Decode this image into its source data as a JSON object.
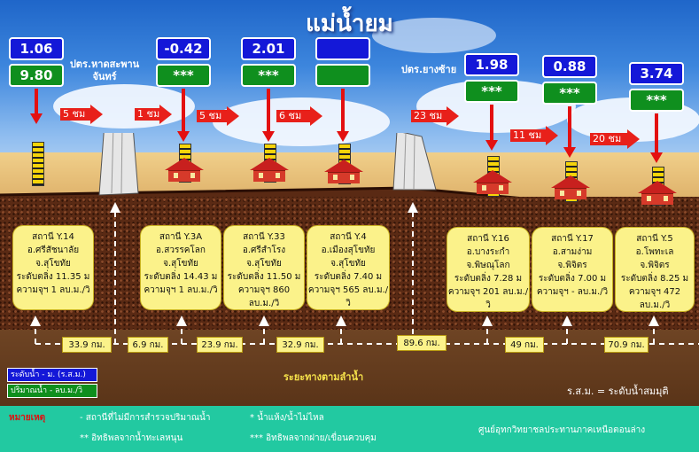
{
  "title": "แม่น้ำยม",
  "stations_top": [
    {
      "level": "1.06",
      "flow": "9.80",
      "label": "ปตร.หาดสะพาน\nจันทร์"
    },
    {
      "level": "-0.42",
      "flow": "***",
      "label": ""
    },
    {
      "level": "2.01",
      "flow": "***",
      "label": ""
    },
    {
      "level": "",
      "flow": "",
      "label": ""
    },
    {
      "level": "1.98",
      "flow": "***",
      "label": "ปตร.ยางซ้าย"
    },
    {
      "level": "0.88",
      "flow": "***",
      "label": ""
    },
    {
      "level": "3.74",
      "flow": "***",
      "label": ""
    }
  ],
  "travel_times": [
    "5 ชม",
    "1 ชม",
    "5 ชม",
    "6 ชม",
    "23 ชม",
    "11 ชม",
    "20 ชม"
  ],
  "info": [
    {
      "id": "สถานี Y.14",
      "district": "อ.ศรีสัชนาลัย",
      "province": "จ.สุโขทัย",
      "bank": "ระดับตลิ่ง 11.35 ม",
      "capacity": "ความจุฯ 1 ลบ.ม./วิ"
    },
    {
      "id": "สถานี Y.3A",
      "district": "อ.สวรรคโลก",
      "province": "จ.สุโขทัย",
      "bank": "ระดับตลิ่ง 14.43 ม",
      "capacity": "ความจุฯ 1 ลบ.ม./วิ"
    },
    {
      "id": "สถานี Y.33",
      "district": "อ.ศรีสำโรง",
      "province": "จ.สุโขทัย",
      "bank": "ระดับตลิ่ง 11.50 ม",
      "capacity": "ความจุฯ 860 ลบ.ม./วิ"
    },
    {
      "id": "สถานี Y.4",
      "district": "อ.เมืองสุโขทัย",
      "province": "จ.สุโขทัย",
      "bank": "ระดับตลิ่ง 7.40 ม",
      "capacity": "ความจุฯ 565 ลบ.ม./วิ"
    },
    {
      "id": "สถานี Y.16",
      "district": "อ.บางระกำ",
      "province": "จ.พิษณุโลก",
      "bank": "ระดับตลิ่ง 7.28 ม",
      "capacity": "ความจุฯ 201 ลบ.ม./วิ"
    },
    {
      "id": "สถานี Y.17",
      "district": "อ.สามง่าม",
      "province": "จ.พิจิตร",
      "bank": "ระดับตลิ่ง 7.00 ม",
      "capacity": "ความจุฯ - ลบ.ม./วิ"
    },
    {
      "id": "สถานี Y.5",
      "district": "อ.โพทะเล",
      "province": "จ.พิจิตร",
      "bank": "ระดับตลิ่ง 8.25 ม",
      "capacity": "ความจุฯ 472 ลบ.ม./วิ"
    }
  ],
  "distances": [
    "33.9 กม.",
    "6.9 กม.",
    "23.9 กม.",
    "32.9 กม.",
    "89.6 กม.",
    "49 กม.",
    "70.9 กม."
  ],
  "key": {
    "level": "ระดับน้ำ - ม. (ร.ส.ม.)",
    "flow": "ปริมาณน้ำ - ลบ.ม./วิ"
  },
  "channel_label": "ระยะทางตามลำน้ำ",
  "rsm_note": "ร.ส.ม. = ระดับน้ำสมมุติ",
  "legend": {
    "heading": "หมายเหตุ",
    "n1": "-  สถานีที่ไม่มีการสำรวจปริมาณน้ำ",
    "n2": "*  น้ำแห้ง/น้ำไม่ไหล",
    "n3": "** อิทธิพลจากน้ำทะเลหนุน",
    "n4": "*** อิทธิพลจากฝาย/เขื่อนควบคุม",
    "org": "ศูนย์อุทกวิทยาชลประทานภาคเหนือตอนล่าง"
  }
}
